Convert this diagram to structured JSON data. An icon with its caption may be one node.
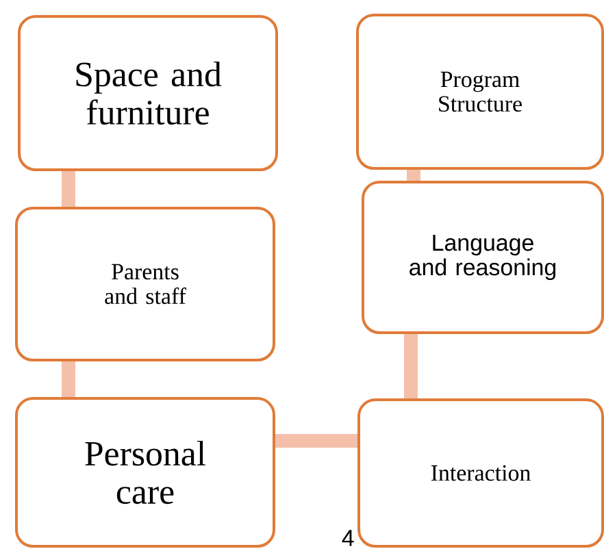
{
  "diagram": {
    "nodes": [
      {
        "text": [
          "Space and furniture"
        ]
      },
      {
        "text": [
          "Parents and staff"
        ]
      },
      {
        "text": [
          "Personal care"
        ]
      },
      {
        "text": [
          "Program Structure"
        ]
      },
      {
        "text": [
          "Language and reasoning"
        ]
      },
      {
        "text": [
          "Interaction"
        ]
      }
    ],
    "edges": [
      {
        "from": 0,
        "to": 1,
        "arrow": "none"
      },
      {
        "from": 1,
        "to": 2,
        "arrow": "none"
      },
      {
        "from": 2,
        "to": 5,
        "arrow": "none"
      },
      {
        "from": 5,
        "to": 4,
        "arrow": "none"
      },
      {
        "from": 4,
        "to": 3,
        "arrow": "none"
      }
    ],
    "labels": [
      "4"
    ]
  }
}
